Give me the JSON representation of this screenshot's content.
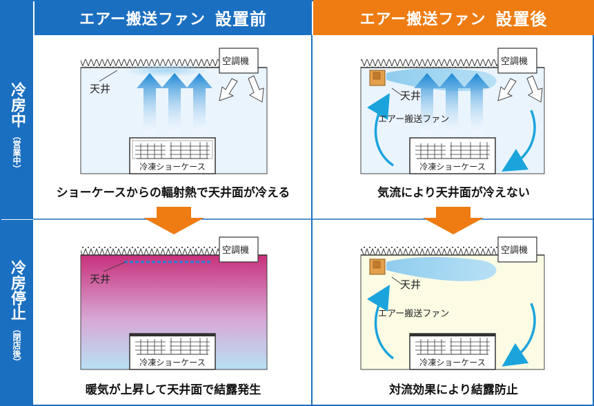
{
  "headers": {
    "before": {
      "prefix": "エアー搬送ファン",
      "suffix": "設置前",
      "color": "#1b6fc0"
    },
    "after": {
      "prefix": "エアー搬送ファン",
      "suffix": "設置後",
      "color": "#ee7c12"
    }
  },
  "rows": {
    "cooling": {
      "main": "冷房中",
      "sub": "（営業中）"
    },
    "stopped": {
      "main": "冷房停止",
      "sub": "（閉店後）"
    }
  },
  "labels": {
    "ceiling": "天井",
    "ac": "空調機",
    "fan": "エアー搬送ファン",
    "showcase": "冷凍ショーケース"
  },
  "captions": {
    "before_cooling": "ショーケースからの輻射熱で天井面が冷える",
    "after_cooling": "気流により天井面が冷えない",
    "before_stopped": "暖気が上昇して天井面で結露発生",
    "after_stopped": "対流効果により結露防止"
  },
  "colors": {
    "frame_blue": "#1b6fc0",
    "arrow_orange": "#ee7c12",
    "cold_room": "#eaf4fd",
    "warm_room": "#fcfbe4",
    "condensation_magenta": "#c8307a",
    "airflow_cyan": "#1ba4dc"
  }
}
